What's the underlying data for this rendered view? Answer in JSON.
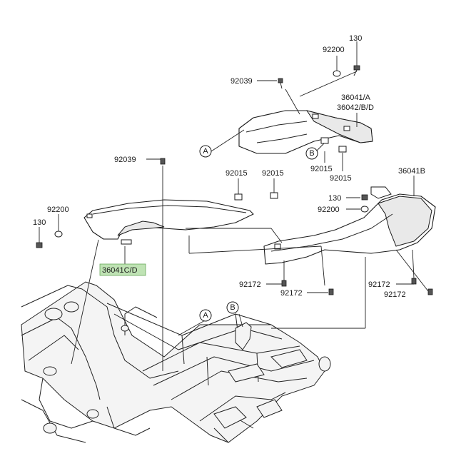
{
  "highlight_color": "#bfe3b4",
  "part_numbers": {
    "p130_top": "130",
    "p92200_top": "92200",
    "p92039_top": "92039",
    "p36041_a": "36041/A",
    "p36042_bd": "36042/B/D",
    "p92015_b1": "92015",
    "p92015_b2": "92015",
    "p92039_mid": "92039",
    "p92015_l": "92015",
    "p92015_r": "92015",
    "p36041b": "36041B",
    "p130_mid": "130",
    "p92200_mid": "92200",
    "p92200_left": "92200",
    "p130_left": "130",
    "p36041cd": "36041C/D",
    "p92172_1": "92172",
    "p92172_2": "92172",
    "p92172_3": "92172",
    "p92172_4": "92172"
  },
  "callouts": {
    "a_upper": "A",
    "b_upper": "B",
    "a_lower": "A",
    "b_lower": "B"
  }
}
